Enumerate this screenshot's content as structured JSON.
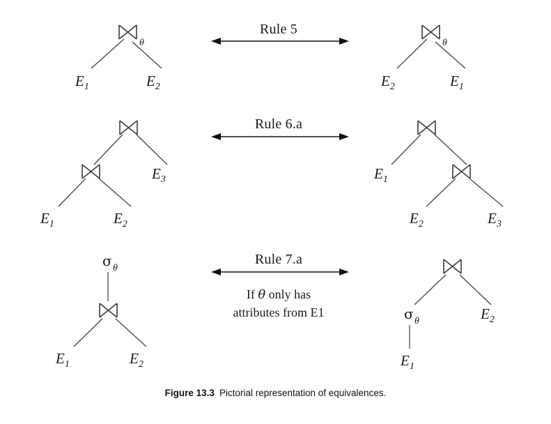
{
  "figure": {
    "caption_label": "Figure 13.3",
    "caption_text": "Pictorial representation of equivalences.",
    "background": "#ffffff",
    "ink": "#1a1a1a"
  },
  "symbols": {
    "join": "join-bowtie",
    "select": "σ",
    "theta": "θ",
    "arrow": "double-headed-arrow"
  },
  "rows": [
    {
      "id": "rule-5",
      "rule_label": "Rule 5",
      "condition_lines": [],
      "left_tree": {
        "root": {
          "op": "σ_none",
          "kind": "join",
          "subscript": "θ",
          "label": "⋈"
        },
        "leaves": [
          "E₁",
          "E₂"
        ],
        "leaf_names": [
          "E1",
          "E2"
        ]
      },
      "right_tree": {
        "root": {
          "kind": "join",
          "subscript": "θ",
          "label": "⋈"
        },
        "leaves": [
          "E₂",
          "E₁"
        ],
        "leaf_names": [
          "E2",
          "E1"
        ]
      }
    },
    {
      "id": "rule-6a",
      "rule_label": "Rule 6.a",
      "condition_lines": [],
      "left_tree": {
        "root": {
          "kind": "join",
          "subscript": "",
          "label": "⋈"
        },
        "leaves": [
          "E₁",
          "E₂",
          "E₃"
        ],
        "leaf_names": [
          "E1",
          "E2",
          "E3"
        ],
        "shape": "left-deep"
      },
      "right_tree": {
        "root": {
          "kind": "join",
          "subscript": "",
          "label": "⋈"
        },
        "leaves": [
          "E₁",
          "E₂",
          "E₃"
        ],
        "leaf_names": [
          "E1",
          "E2",
          "E3"
        ],
        "shape": "right-deep"
      }
    },
    {
      "id": "rule-7a",
      "rule_label": "Rule 7.a",
      "condition_lines": [
        "If θ only has",
        "attributes from E1"
      ],
      "condition_prefix": "If ",
      "condition_theta": "θ",
      "condition_suffix": " only has",
      "condition_second": "attributes from E1",
      "left_tree": {
        "root": {
          "kind": "select",
          "glyph": "σ",
          "subscript": "θ"
        },
        "child": {
          "kind": "join",
          "label": "⋈"
        },
        "leaves": [
          "E₁",
          "E₂"
        ],
        "leaf_names": [
          "E1",
          "E2"
        ]
      },
      "right_tree": {
        "root": {
          "kind": "join",
          "label": "⋈"
        },
        "left_child": {
          "kind": "select",
          "glyph": "σ",
          "subscript": "θ",
          "leaf": "E₁"
        },
        "right_child_leaf": "E₂",
        "leaf_names": [
          "E1",
          "E2"
        ]
      }
    }
  ],
  "node_text": {
    "E1": "E",
    "E2": "E",
    "E3": "E",
    "sub1": "1",
    "sub2": "2",
    "sub3": "3"
  }
}
